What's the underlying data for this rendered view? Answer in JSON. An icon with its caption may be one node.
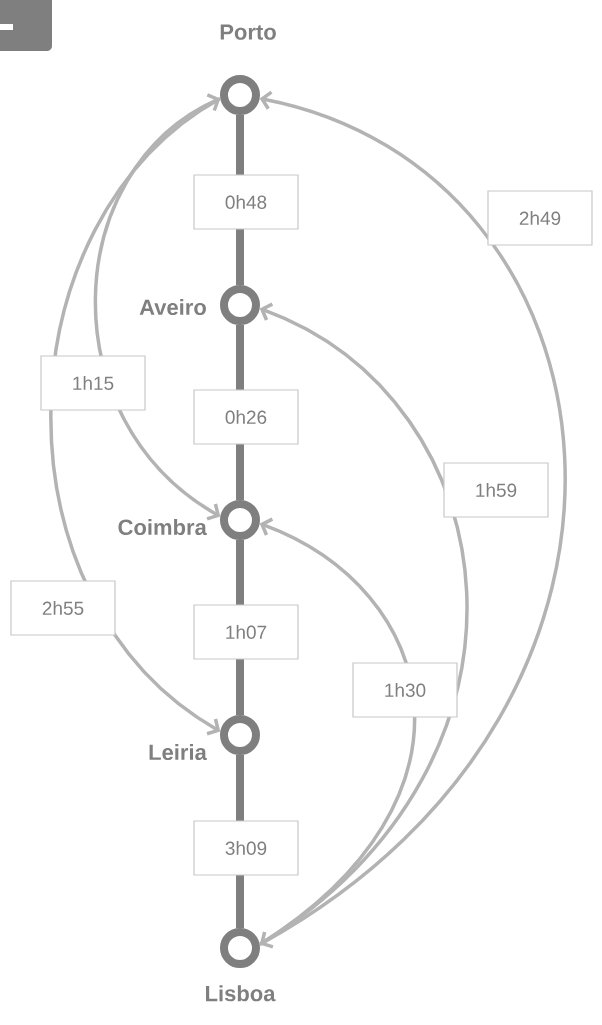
{
  "diagram": {
    "nodes": [
      {
        "text": [
          "Porto"
        ]
      },
      {
        "text": [
          "Aveiro"
        ]
      },
      {
        "text": [
          "Coimbra"
        ]
      },
      {
        "text": [
          "Leiria"
        ]
      },
      {
        "text": [
          "Lisboa"
        ]
      }
    ],
    "edges": [
      {
        "from": 0,
        "to": 1,
        "arrow": "none",
        "label": "0h48",
        "style": "thick",
        "color": "#7f7f7f"
      },
      {
        "from": 1,
        "to": 2,
        "arrow": "none",
        "label": "0h26",
        "style": "thick",
        "color": "#7f7f7f"
      },
      {
        "from": 2,
        "to": 3,
        "arrow": "none",
        "label": "1h07",
        "style": "thick",
        "color": "#7f7f7f"
      },
      {
        "from": 3,
        "to": 4,
        "arrow": "none",
        "label": "3h09",
        "style": "thick",
        "color": "#7f7f7f"
      },
      {
        "from": 0,
        "to": 2,
        "arrow": "both",
        "label": "1h15"
      },
      {
        "from": 0,
        "to": 3,
        "arrow": "to",
        "label": "2h55"
      },
      {
        "from": 0,
        "to": 4,
        "arrow": "both",
        "label": "2h49"
      },
      {
        "from": 4,
        "to": 1,
        "arrow": "to",
        "label": "1h59"
      },
      {
        "from": 4,
        "to": 2,
        "arrow": "to",
        "label": "1h30"
      }
    ]
  }
}
